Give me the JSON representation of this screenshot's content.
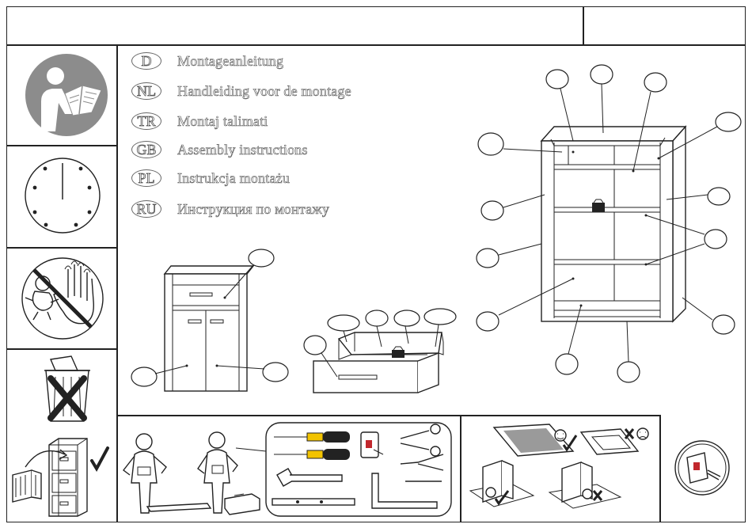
{
  "header": {
    "title": "",
    "code": ""
  },
  "languages": [
    {
      "code": "D",
      "label": "Montageanleitung"
    },
    {
      "code": "NL",
      "label": "Handleiding voor de montage"
    },
    {
      "code": "TR",
      "label": "Montaj  talimati"
    },
    {
      "code": "GB",
      "label": "Assembly instructions"
    },
    {
      "code": "PL",
      "label": "Instrukcja montażu"
    },
    {
      "code": "RU",
      "label": "Инструкция по монтажу"
    }
  ],
  "icons": {
    "read_manual": "person-reading-icon",
    "clock": "clock-icon",
    "no_children": "no-children-icon",
    "no_trash": "no-trash-icon",
    "keep_manual": "file-cabinet-icon",
    "weight": "weight-icon",
    "wall_anchor": "wall-anchor-icon"
  },
  "weight_label": "",
  "colors": {
    "line": "#222222",
    "icon_gray": "#8c8c8c",
    "text_outline": "#555555"
  }
}
